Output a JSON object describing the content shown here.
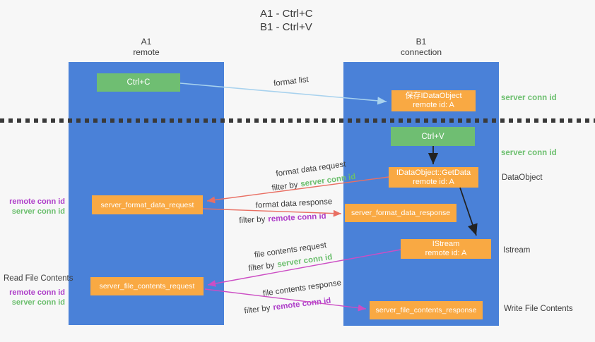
{
  "title": {
    "line1": "A1 - Ctrl+C",
    "line2": "B1 - Ctrl+V"
  },
  "lanes": {
    "left": {
      "title": "A1",
      "subtitle": "remote"
    },
    "right": {
      "title": "B1",
      "subtitle": "connection"
    }
  },
  "nodes": {
    "ctrl_c": {
      "label": "Ctrl+C"
    },
    "ctrl_v": {
      "label": "Ctrl+V"
    },
    "save_idataobject": {
      "line1": "保存IDataObject",
      "line2": "remote id: A"
    },
    "idataobject_getdata": {
      "line1": "IDataObject::GetData",
      "line2": "remote id: A"
    },
    "istream": {
      "line1": "IStream",
      "line2": "remote id: A"
    },
    "server_format_data_request": {
      "label": "server_format_data_request"
    },
    "server_format_data_response": {
      "label": "server_format_data_response"
    },
    "server_file_contents_request": {
      "label": "server_file_contents_request"
    },
    "server_file_contents_response": {
      "label": "server_file_contents_response"
    }
  },
  "side_labels": {
    "server_conn_id_top": "server conn id",
    "server_conn_id_mid": "server conn id",
    "dataobject": "DataObject",
    "istream": "Istream",
    "write_file_contents": "Write File Contents",
    "read_file_contents": "Read File Contents"
  },
  "arrow_labels": {
    "format_list": "format list",
    "format_data_request": "format data request",
    "format_data_response": "format data response",
    "file_contents_request": "file contents request",
    "file_contents_response": "file contents response"
  },
  "shared": {
    "filter_by": "filter by",
    "server_conn_id": "server conn id",
    "remote_conn_id": "remote conn id"
  },
  "colors": {
    "background": "#f7f7f7",
    "lane_blue": "#4a81d8",
    "node_green": "#6fbe72",
    "node_orange": "#f9a943",
    "text_green": "#6cbf6e",
    "text_purple": "#ae3ec9",
    "arrow_red": "#e96f63",
    "arrow_magenta": "#cc4ec4",
    "arrow_lightblue": "#a8d2ee",
    "arrow_black": "#222222",
    "text_dark": "#3d3d3d"
  }
}
